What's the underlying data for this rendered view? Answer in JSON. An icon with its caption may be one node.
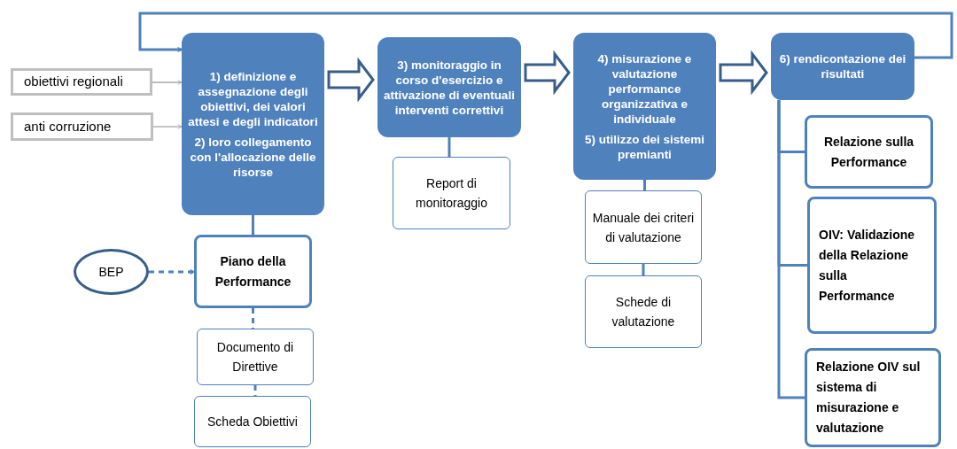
{
  "diagram": {
    "nodes": [
      {
        "text": [
          "obiettivi regionali"
        ]
      },
      {
        "text": [
          "anti corruzione"
        ]
      },
      {
        "text": [
          "1) definizione e assegnazione degli obiettivi, dei valori attesi e degli indicatori",
          "2) loro collegamento con l'allocazione delle risorse"
        ]
      },
      {
        "text": [
          "3) monitoraggio in corso d'esercizio e attivazione di eventuali interventi correttivi"
        ]
      },
      {
        "text": [
          "4) misurazione e valutazione performance organizzativa e individuale",
          "5) utilizzo dei sistemi premianti"
        ]
      },
      {
        "text": [
          "6) rendicontazione dei risultati"
        ]
      },
      {
        "text": [
          "BEP"
        ]
      },
      {
        "text": [
          "Piano della Performance"
        ]
      },
      {
        "text": [
          "Documento di Direttive"
        ]
      },
      {
        "text": [
          "Scheda Obiettivi"
        ]
      },
      {
        "text": [
          "Report di monitoraggio"
        ]
      },
      {
        "text": [
          "Manuale dei criteri di valutazione"
        ]
      },
      {
        "text": [
          "Schede di valutazione"
        ]
      },
      {
        "text": [
          "Relazione sulla Performance"
        ]
      },
      {
        "text": [
          "OIV: Validazione della Relazione sulla Performance"
        ]
      },
      {
        "text": [
          "Relazione OIV sul sistema di misurazione e valutazione"
        ]
      }
    ],
    "edges": [
      {
        "from": 0,
        "to": 2,
        "arrow": "to",
        "color": "#a6a6a6"
      },
      {
        "from": 1,
        "to": 2,
        "arrow": "to",
        "color": "#a6a6a6"
      },
      {
        "from": 2,
        "to": 3,
        "arrow": "to",
        "style": "thick",
        "color": "#385d8a"
      },
      {
        "from": 3,
        "to": 4,
        "arrow": "to",
        "style": "thick",
        "color": "#385d8a"
      },
      {
        "from": 4,
        "to": 5,
        "arrow": "to",
        "style": "thick",
        "color": "#385d8a"
      },
      {
        "from": 5,
        "to": 2,
        "arrow": "to"
      },
      {
        "from": 2,
        "to": 7,
        "arrow": "none"
      },
      {
        "from": 6,
        "to": 7,
        "arrow": "to",
        "style": "dashed"
      },
      {
        "from": 7,
        "to": 8,
        "arrow": "none",
        "style": "dashed"
      },
      {
        "from": 8,
        "to": 9,
        "arrow": "none",
        "style": "dashed"
      },
      {
        "from": 3,
        "to": 10,
        "arrow": "none"
      },
      {
        "from": 4,
        "to": 11,
        "arrow": "none"
      },
      {
        "from": 11,
        "to": 12,
        "arrow": "none"
      },
      {
        "from": 5,
        "to": 13,
        "arrow": "none"
      },
      {
        "from": 5,
        "to": 14,
        "arrow": "none"
      },
      {
        "from": 5,
        "to": 15,
        "arrow": "none"
      }
    ]
  }
}
